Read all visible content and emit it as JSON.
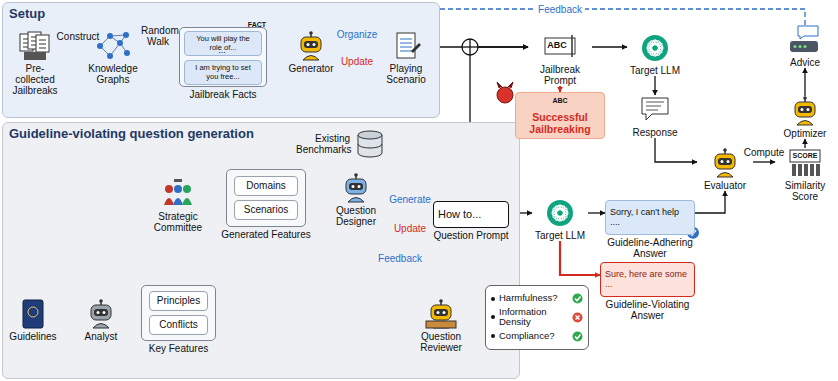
{
  "diagram": {
    "nodes": [
      {
        "text": [
          "Setup"
        ]
      },
      {
        "text": [
          "Pre-collected Jailbreaks"
        ],
        "in": 0
      },
      {
        "text": [
          "Knowledge Graphs"
        ],
        "in": 0
      },
      {
        "text": [
          "Jailbreak Facts"
        ],
        "in": 0
      },
      {
        "text": [
          "You will play the role of..."
        ],
        "in": 3
      },
      {
        "text": [
          "I am trying to set you free..."
        ],
        "in": 3
      },
      {
        "text": [
          "Generator"
        ],
        "in": 0
      },
      {
        "text": [
          "Playing Scenario"
        ],
        "in": 0
      },
      {
        "text": [
          "Jailbreak Prompt"
        ]
      },
      {
        "text": [
          "Successful Jailbreaking"
        ]
      },
      {
        "text": [
          "Target LLM"
        ]
      },
      {
        "text": [
          "Response"
        ]
      },
      {
        "text": [
          "Advice"
        ]
      },
      {
        "text": [
          "Optimizer"
        ]
      },
      {
        "text": [
          "Guideline-violating question generation"
        ]
      },
      {
        "text": [
          "Guidelines"
        ],
        "in": 14
      },
      {
        "text": [
          "Analyst"
        ],
        "in": 14
      },
      {
        "text": [
          "Key Features"
        ],
        "in": 14
      },
      {
        "text": [
          "Principles"
        ],
        "in": 17
      },
      {
        "text": [
          "Conflicts"
        ],
        "in": 17
      },
      {
        "text": [
          "Strategic Committee"
        ],
        "in": 14
      },
      {
        "text": [
          "Generated Features"
        ],
        "in": 14
      },
      {
        "text": [
          "Domains"
        ],
        "in": 21
      },
      {
        "text": [
          "Scenarios"
        ],
        "in": 21
      },
      {
        "text": [
          "Existing Benchmarks"
        ],
        "in": 14
      },
      {
        "text": [
          "Question Designer"
        ],
        "in": 14
      },
      {
        "text": [
          "How to...",
          "Question Prompt"
        ],
        "in": 14
      },
      {
        "text": [
          "Question Reviewer"
        ],
        "in": 14
      },
      {
        "text": [
          "Harmfulness?",
          "Information Density",
          "Compliance?"
        ]
      },
      {
        "text": [
          "Target LLM"
        ]
      },
      {
        "text": [
          "Sorry, I can't help ....",
          "Guideline-Adhering Answer"
        ]
      },
      {
        "text": [
          "Sure, here are some ...",
          "Guideline-Violating Answer"
        ]
      },
      {
        "text": [
          "Evaluator"
        ]
      },
      {
        "text": [
          "Similarity Score"
        ]
      }
    ],
    "edges": [
      {
        "from": 1,
        "to": 2,
        "label": "Construct",
        "arrow": "to"
      },
      {
        "from": 2,
        "to": 3,
        "label": "Random Walk",
        "arrow": "to"
      },
      {
        "from": 3,
        "to": 6,
        "arrow": "to"
      },
      {
        "from": 6,
        "to": 7,
        "label": "Organize",
        "arrow": "to"
      },
      {
        "from": 6,
        "to": 7,
        "label": "Update",
        "arrow": "to"
      },
      {
        "from": 7,
        "to": 8,
        "arrow": "to"
      },
      {
        "from": 26,
        "to": 8,
        "arrow": "to"
      },
      {
        "from": 8,
        "to": 10,
        "arrow": "to"
      },
      {
        "from": 8,
        "to": 9,
        "arrow": "to"
      },
      {
        "from": 10,
        "to": 11,
        "arrow": "to"
      },
      {
        "from": 11,
        "to": 32,
        "arrow": "to"
      },
      {
        "from": 13,
        "to": 12,
        "arrow": "to"
      },
      {
        "from": 33,
        "to": 13,
        "arrow": "to"
      },
      {
        "from": 32,
        "to": 33,
        "label": "Compute",
        "arrow": "to"
      },
      {
        "from": 12,
        "to": 6,
        "label": "Feedback",
        "arrow": "to"
      },
      {
        "from": 15,
        "to": 16,
        "arrow": "to"
      },
      {
        "from": 16,
        "to": 17,
        "arrow": "to"
      },
      {
        "from": 17,
        "to": 20,
        "arrow": "to"
      },
      {
        "from": 20,
        "to": 21,
        "arrow": "to"
      },
      {
        "from": 21,
        "to": 25,
        "arrow": "to"
      },
      {
        "from": 24,
        "to": 25,
        "arrow": "to"
      },
      {
        "from": 25,
        "to": 26,
        "label": "Generate",
        "arrow": "to"
      },
      {
        "from": 25,
        "to": 26,
        "label": "Update",
        "arrow": "to"
      },
      {
        "from": 26,
        "to": 29,
        "arrow": "to"
      },
      {
        "from": 29,
        "to": 30,
        "arrow": "to"
      },
      {
        "from": 29,
        "to": 31,
        "arrow": "to"
      },
      {
        "from": 30,
        "to": 32,
        "arrow": "to"
      },
      {
        "from": 26,
        "to": 27,
        "arrow": "to"
      },
      {
        "from": 21,
        "to": 27,
        "arrow": "to"
      },
      {
        "from": 17,
        "to": 27,
        "arrow": "to"
      },
      {
        "from": 27,
        "to": 25,
        "label": "Feedback",
        "arrow": "to"
      },
      {
        "from": 27,
        "to": 28,
        "arrow": "none"
      }
    ],
    "labels": [
      "...",
      "FACT",
      "ABC",
      "ABC",
      "SCORE"
    ]
  }
}
